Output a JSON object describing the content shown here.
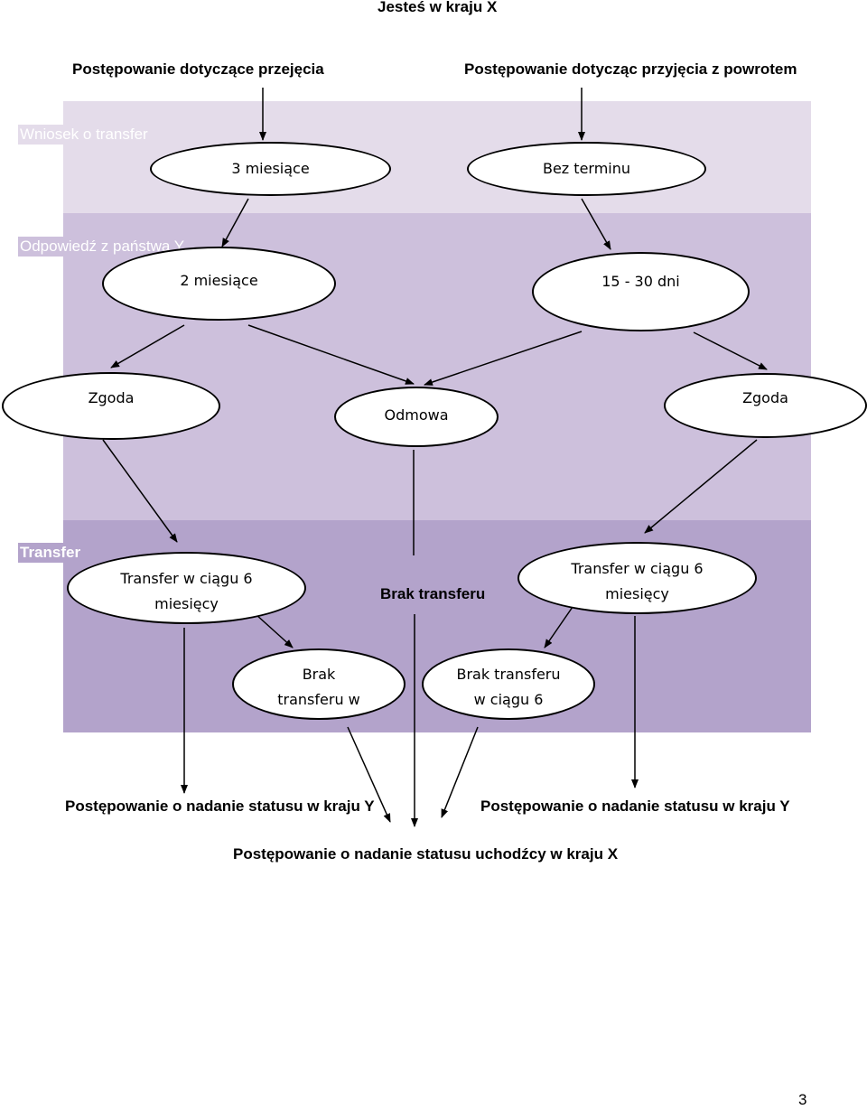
{
  "title": "Jesteś w kraju X",
  "headers": {
    "left": "Postępowanie dotyczące przejęcia",
    "right": "Postępowanie dotycząc przyjęcia z powrotem"
  },
  "bands": {
    "request": "Wniosek o transfer",
    "response": "Odpowiedź z państwa Y",
    "transfer": "Transfer"
  },
  "nodes": {
    "three_months": "3 miesiące",
    "no_deadline": "Bez terminu",
    "two_months": "2 miesiące",
    "days_15_30": "15 - 30 dni",
    "agree_left": "Zgoda",
    "refusal": "Odmowa",
    "agree_right": "Zgoda",
    "transfer_left_l1": "Transfer w ciągu 6",
    "transfer_left_l2": "miesięcy",
    "no_transfer_center": "Brak transferu",
    "transfer_right_l1": "Transfer w ciągu 6",
    "transfer_right_l2": "miesięcy",
    "no_transfer_left_l1": "Brak",
    "no_transfer_left_l2": "transferu w",
    "no_transfer_right_l1": "Brak transferu",
    "no_transfer_right_l2": "w ciągu 6"
  },
  "outcomes": {
    "status_y_left": "Postępowanie o nadanie statusu w kraju Y",
    "status_y_right": "Postępowanie o nadanie statusu w kraju Y",
    "status_x": "Postępowanie o nadanie statusu uchodźcy w kraju X"
  },
  "page_number": "3"
}
